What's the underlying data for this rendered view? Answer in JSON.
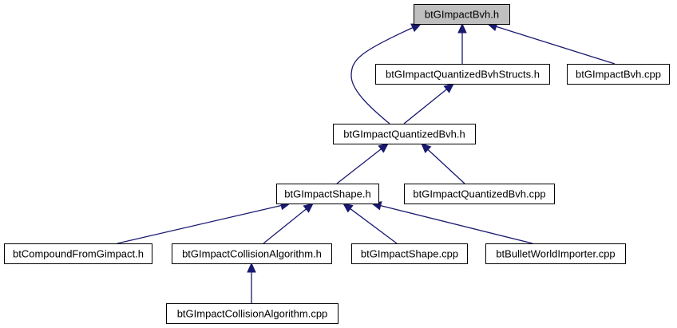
{
  "colors": {
    "edge": "#191970",
    "node_border": "#000000",
    "node_fill": "#ffffff",
    "focus_fill": "#bfbfbf"
  },
  "nodes": [
    {
      "id": "bvh_h",
      "label": "btGImpactBvh.h",
      "focus": true
    },
    {
      "id": "qbvh_structs_h",
      "label": "btGImpactQuantizedBvhStructs.h"
    },
    {
      "id": "bvh_cpp",
      "label": "btGImpactBvh.cpp"
    },
    {
      "id": "qbvh_h",
      "label": "btGImpactQuantizedBvh.h"
    },
    {
      "id": "shape_h",
      "label": "btGImpactShape.h"
    },
    {
      "id": "qbvh_cpp",
      "label": "btGImpactQuantizedBvh.cpp"
    },
    {
      "id": "compound_h",
      "label": "btCompoundFromGimpact.h"
    },
    {
      "id": "collalg_h",
      "label": "btGImpactCollisionAlgorithm.h"
    },
    {
      "id": "shape_cpp",
      "label": "btGImpactShape.cpp"
    },
    {
      "id": "bwi_cpp",
      "label": "btBulletWorldImporter.cpp"
    },
    {
      "id": "collalg_cpp",
      "label": "btGImpactCollisionAlgorithm.cpp"
    }
  ],
  "edges": [
    {
      "from": "qbvh_structs_h",
      "to": "bvh_h"
    },
    {
      "from": "bvh_cpp",
      "to": "bvh_h"
    },
    {
      "from": "qbvh_h",
      "to": "bvh_h"
    },
    {
      "from": "qbvh_h",
      "to": "qbvh_structs_h"
    },
    {
      "from": "shape_h",
      "to": "qbvh_h"
    },
    {
      "from": "qbvh_cpp",
      "to": "qbvh_h"
    },
    {
      "from": "compound_h",
      "to": "shape_h"
    },
    {
      "from": "collalg_h",
      "to": "shape_h"
    },
    {
      "from": "shape_cpp",
      "to": "shape_h"
    },
    {
      "from": "bwi_cpp",
      "to": "shape_h"
    },
    {
      "from": "collalg_cpp",
      "to": "collalg_h"
    }
  ]
}
